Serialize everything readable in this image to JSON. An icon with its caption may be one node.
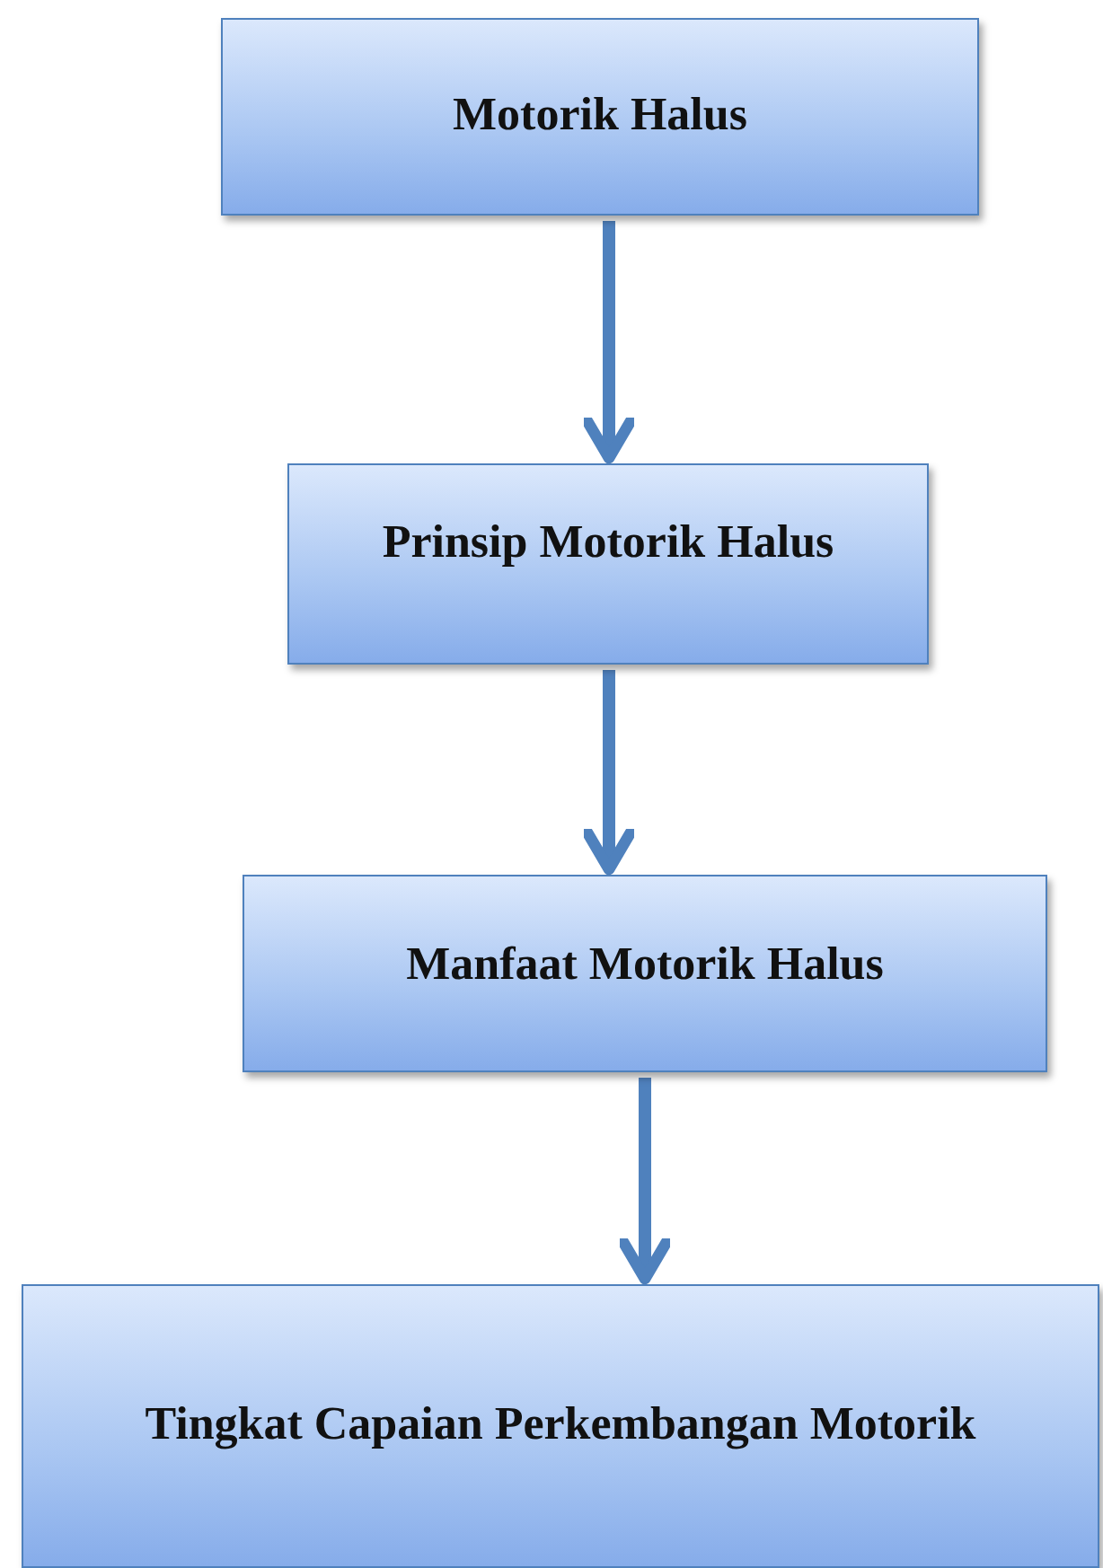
{
  "diagram": {
    "nodes": [
      {
        "text": [
          "Motorik Halus"
        ]
      },
      {
        "text": [
          "Prinsip Motorik Halus"
        ]
      },
      {
        "text": [
          "Manfaat Motorik Halus"
        ]
      },
      {
        "text": [
          "Tingkat Capaian Perkembangan Motorik"
        ]
      }
    ],
    "edges": [
      {
        "from": 0,
        "to": 1,
        "arrow": "to"
      },
      {
        "from": 1,
        "to": 2,
        "arrow": "to"
      },
      {
        "from": 2,
        "to": 3,
        "arrow": "to"
      }
    ]
  }
}
